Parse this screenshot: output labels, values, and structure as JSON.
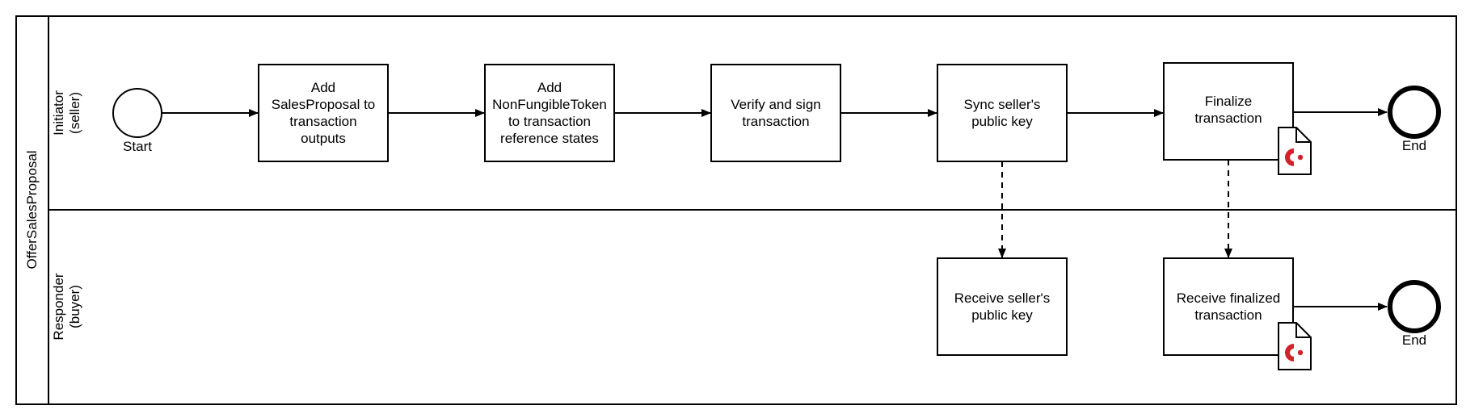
{
  "pool": {
    "name": "OfferSalesProposal"
  },
  "lanes": [
    {
      "id": "initiator",
      "label": "Initiator\n(seller)"
    },
    {
      "id": "responder",
      "label": "Responder\n(buyer)"
    }
  ],
  "events": {
    "start": "Start",
    "end_initiator": "End",
    "end_responder": "End"
  },
  "tasks": {
    "add_sales_proposal": "Add\nSalesProposal to\ntransaction\noutputs",
    "add_nft": "Add\nNonFungibleToken\nto transaction\nreference states",
    "verify_sign": "Verify and sign\ntransaction",
    "sync_key": "Sync seller's\npublic key",
    "finalize": "Finalize\ntransaction",
    "receive_key": "Receive seller's\npublic key",
    "receive_finalized": "Receive finalized\ntransaction"
  },
  "colors": {
    "corda_icon": "#d3212c",
    "stroke": "#000000"
  }
}
